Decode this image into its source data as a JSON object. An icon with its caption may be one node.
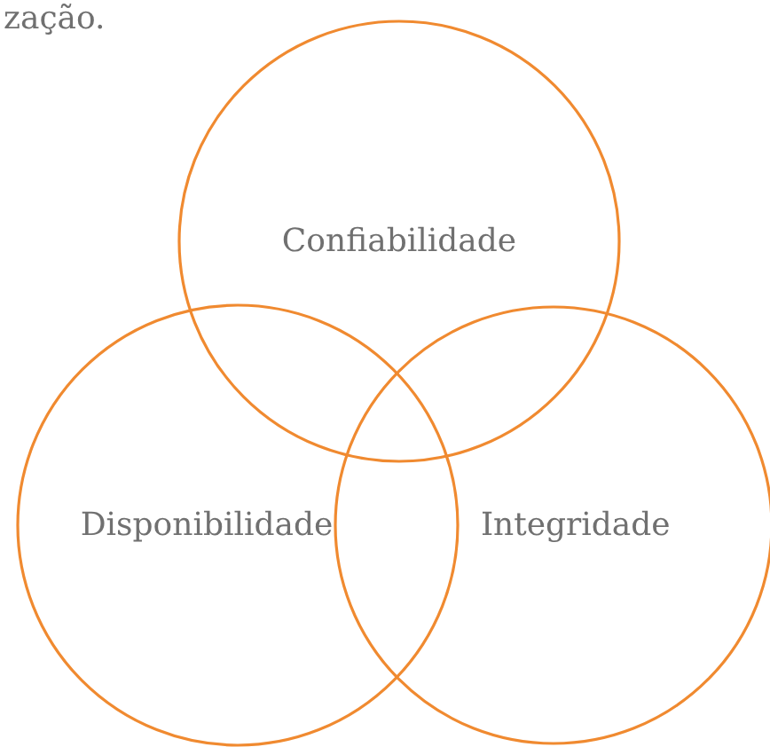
{
  "diagram": {
    "nodes": [
      {
        "text": [
          "Confiabilidade"
        ]
      },
      {
        "text": [
          "Disponibilidade"
        ]
      },
      {
        "text": [
          "Integridade"
        ]
      }
    ],
    "labels": [
      "zação."
    ]
  }
}
